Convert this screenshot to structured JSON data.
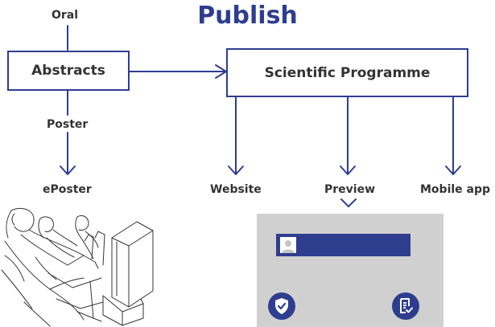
{
  "diagram": {
    "title": "Publish",
    "nodes": {
      "abstracts": "Abstracts",
      "scientific_programme": "Scientific Programme"
    },
    "edge_labels": {
      "oral": "Oral",
      "poster": "Poster",
      "eposter": "ePoster",
      "website": "Website",
      "preview": "Preview",
      "mobile_app": "Mobile app"
    },
    "colors": {
      "accent": "#2f3d8f",
      "panel": "#d0d0d0",
      "text": "#333333"
    },
    "icons": [
      "user-avatar-icon",
      "shield-check-icon",
      "document-check-icon",
      "people-at-kiosk-illustration"
    ]
  }
}
